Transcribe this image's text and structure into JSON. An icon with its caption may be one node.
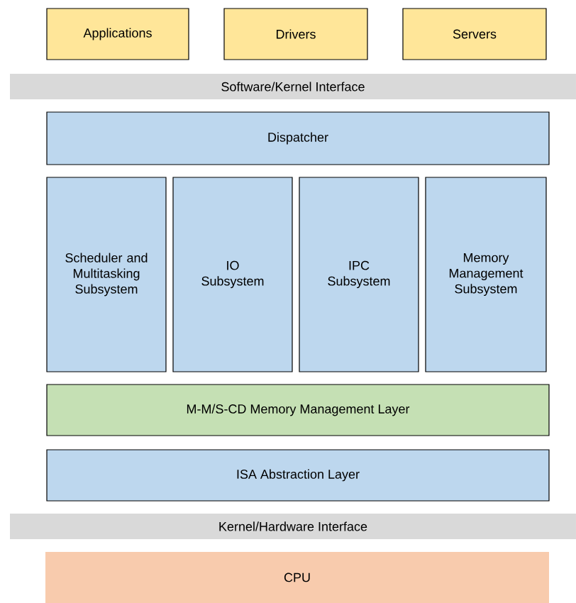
{
  "diagram": {
    "nodes": [
      {
        "text": [
          "Applications"
        ]
      },
      {
        "text": [
          "Drivers"
        ]
      },
      {
        "text": [
          "Servers"
        ]
      },
      {
        "text": [
          "Software/Kernel Interface"
        ]
      },
      {
        "text": [
          "Dispatcher"
        ]
      },
      {
        "text": [
          "Scheduler and Multitasking Subsystem"
        ]
      },
      {
        "text": [
          "IO Subsystem"
        ]
      },
      {
        "text": [
          "IPC Subsystem"
        ]
      },
      {
        "text": [
          "Memory Management Subsystem"
        ]
      },
      {
        "text": [
          "M-M/S-CD Memory Management Layer"
        ]
      },
      {
        "text": [
          "ISA Abstraction Layer"
        ]
      },
      {
        "text": [
          "Kernel/Hardware Interface"
        ]
      },
      {
        "text": [
          "CPU"
        ]
      }
    ]
  }
}
